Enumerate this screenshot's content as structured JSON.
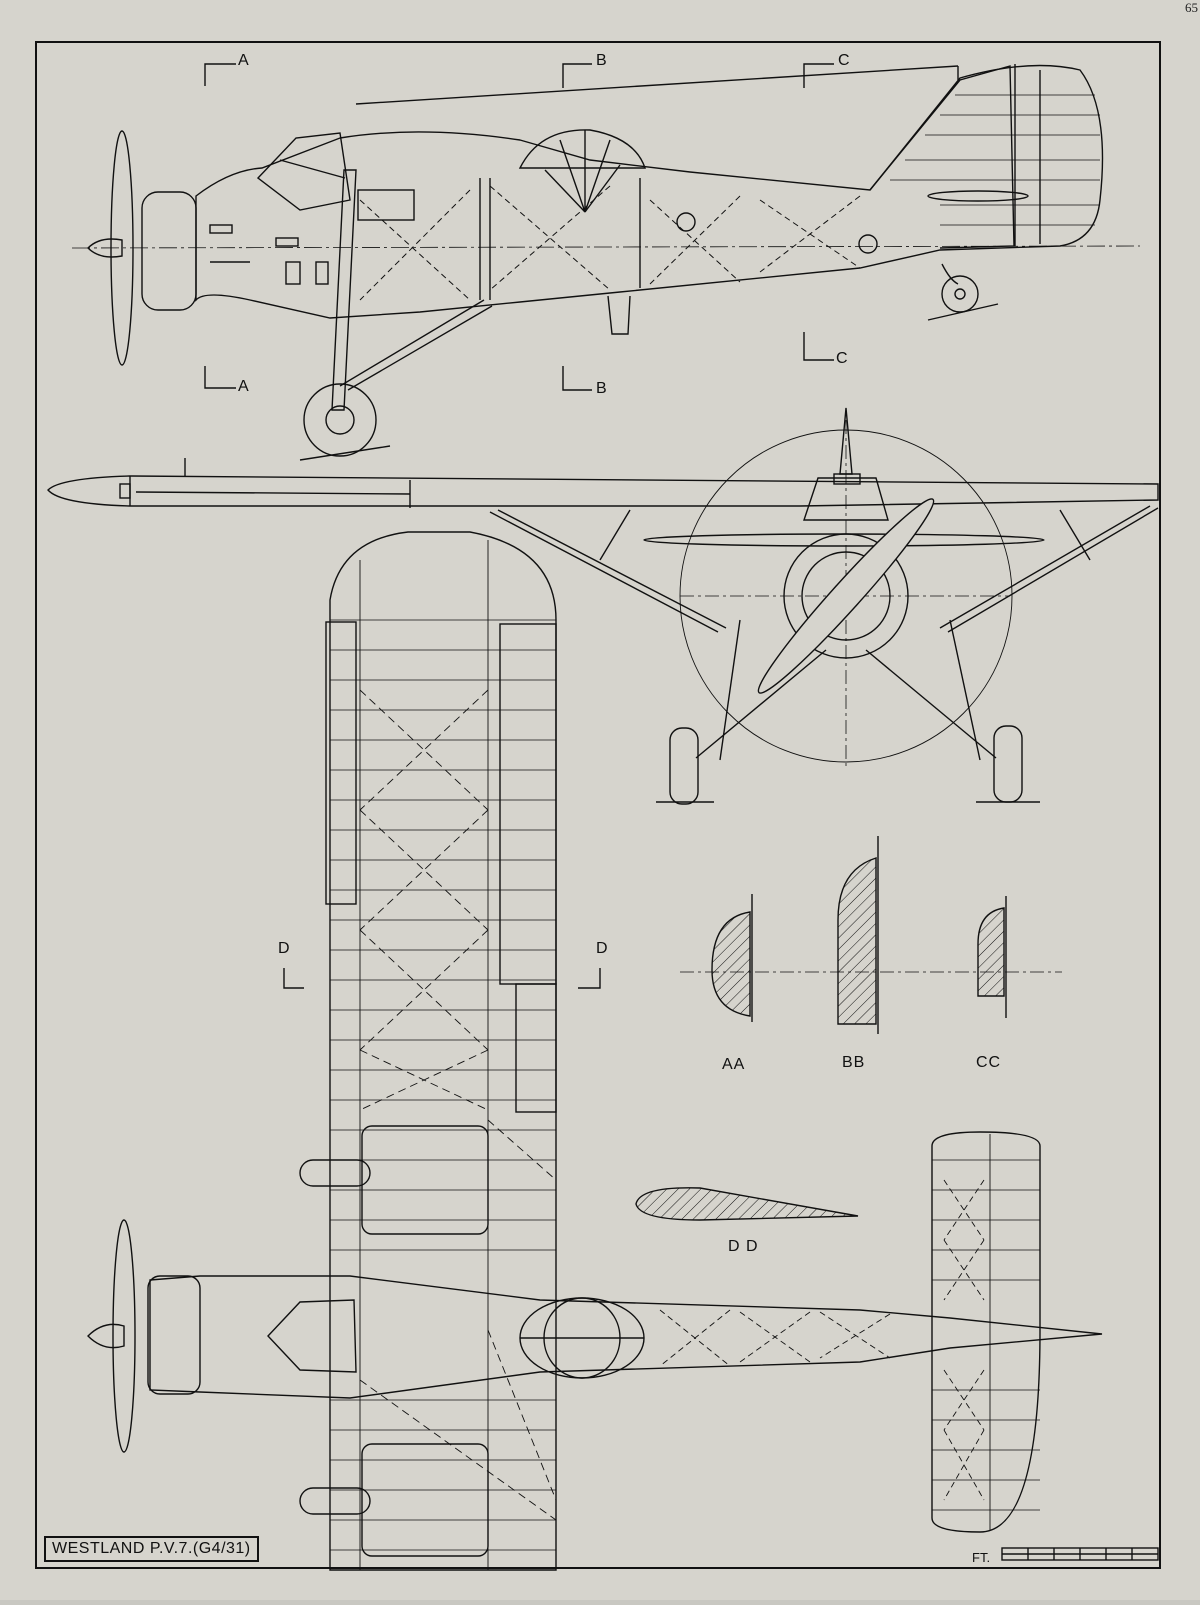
{
  "page_number": "65",
  "title": "WESTLAND P.V.7.(G4/31)",
  "scale_label": "FT.",
  "section_markers": {
    "a": "A",
    "b": "B",
    "c": "C",
    "d": "D"
  },
  "section_labels": {
    "aa": "AA",
    "bb": "BB",
    "cc": "CC",
    "dd": "D D"
  },
  "colors": {
    "paper": "#d8d6cf",
    "ink": "#111111"
  }
}
